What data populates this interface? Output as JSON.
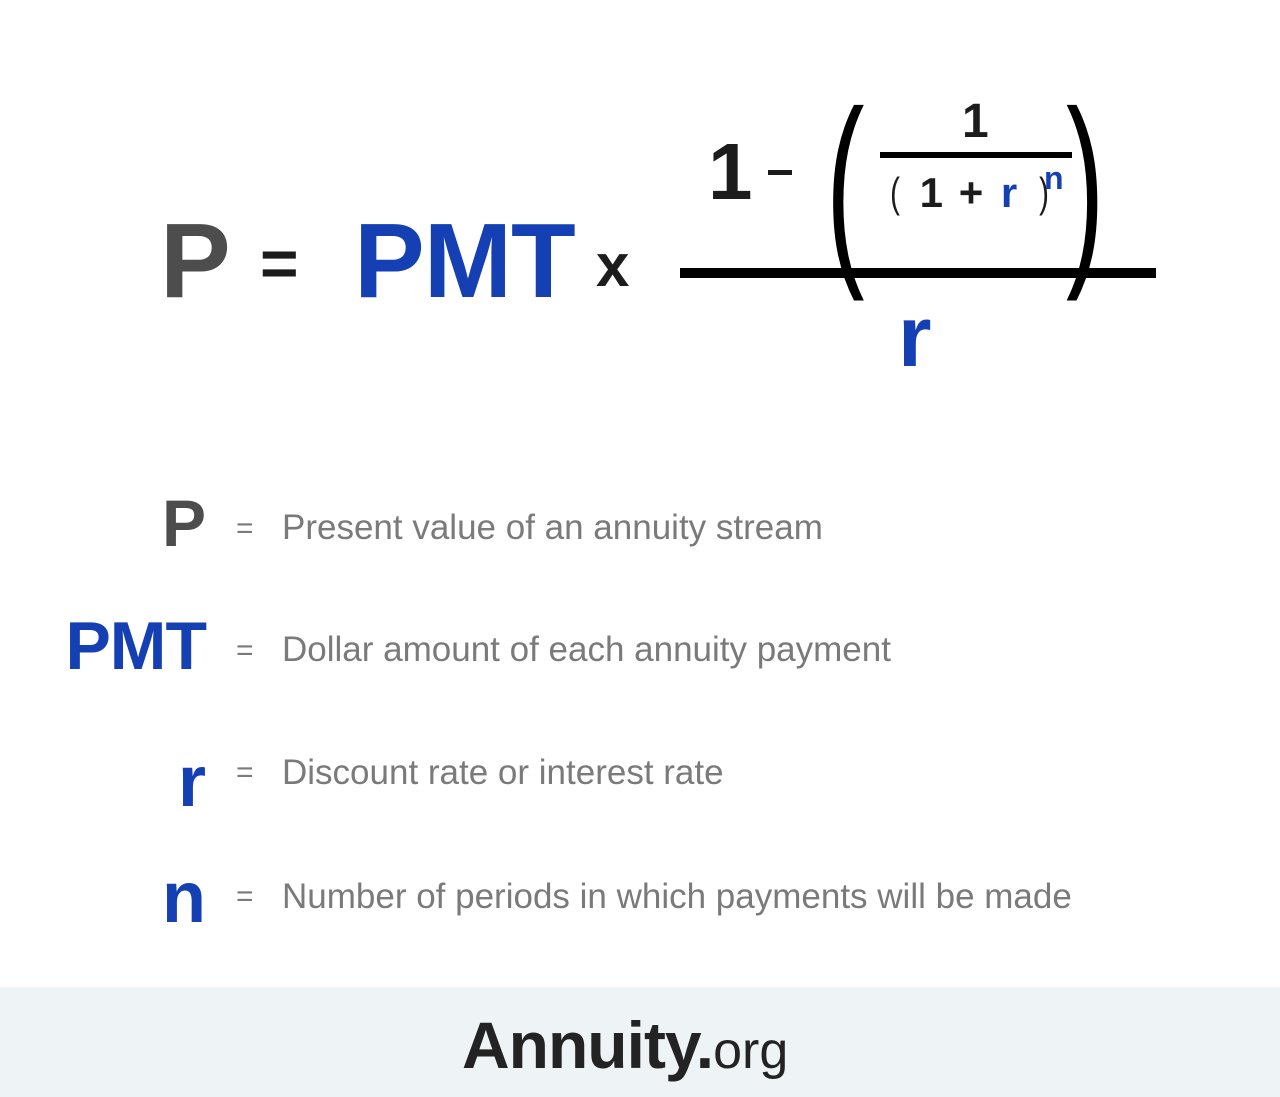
{
  "formula": {
    "lhs": "P",
    "equals": "=",
    "pmt": "PMT",
    "times": "x",
    "numerator_one": "1",
    "minus": "-",
    "inner_numerator": "1",
    "inner_open_paren": "(",
    "inner_one": "1",
    "inner_plus": "+",
    "inner_r": "r",
    "inner_close_paren": ")",
    "exponent": "n",
    "big_open_paren": "(",
    "big_close_paren": ")",
    "denominator": "r"
  },
  "legend": [
    {
      "symbol": "P",
      "equals": "=",
      "description": "Present value of an annuity stream",
      "color": "#4d4d4d"
    },
    {
      "symbol": "PMT",
      "equals": "=",
      "description": "Dollar amount of each annuity payment",
      "color": "#1540b3"
    },
    {
      "symbol": "r",
      "equals": "=",
      "description": "Discount rate or interest rate",
      "color": "#1540b3"
    },
    {
      "symbol": "n",
      "equals": "=",
      "description": "Number of periods in which payments will be made",
      "color": "#1540b3"
    }
  ],
  "footer": {
    "brand": "Annuity.",
    "tld": "org"
  },
  "colors": {
    "accent_blue": "#1540b3",
    "dark_text": "#1c1c1c",
    "grey_text": "#7a7a7a",
    "footer_bg": "#eef3f6"
  }
}
